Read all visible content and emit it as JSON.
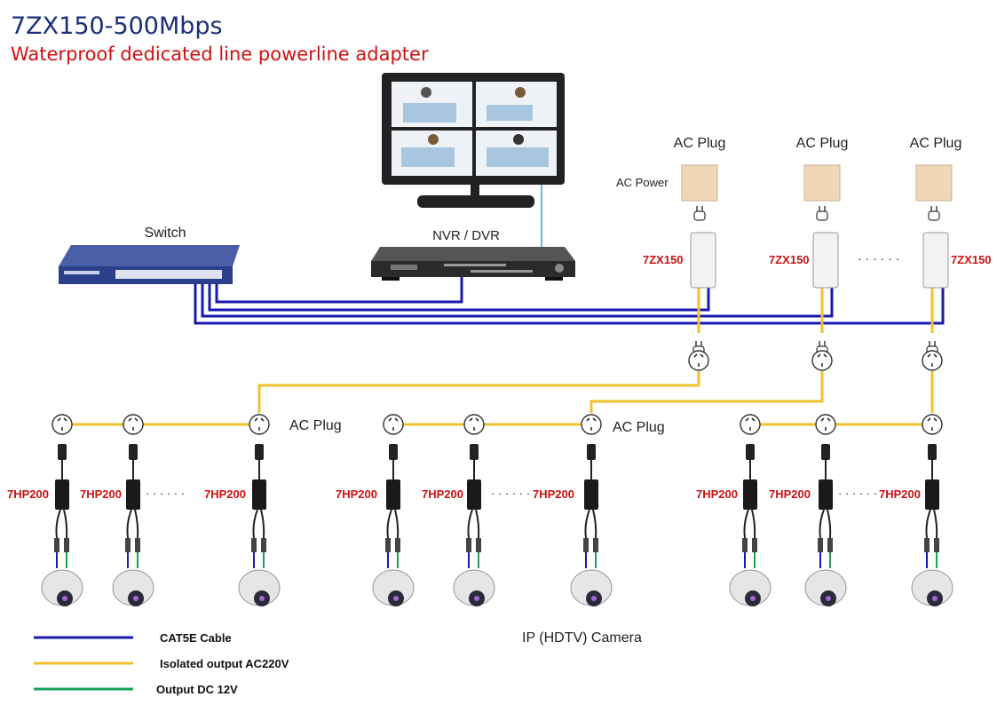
{
  "title": "7ZX150-500Mbps",
  "subtitle": "Waterproof dedicated line powerline adapter",
  "labels": {
    "switch": "Switch",
    "nvr": "NVR / DVR",
    "ac_plug": "AC Plug",
    "ac_power": "AC Power",
    "adapter": "7ZX150",
    "camera_adapter": "7HP200",
    "camera": "IP (HDTV) Camera",
    "dots": "· · · · · ·"
  },
  "legend": [
    {
      "label": "CAT5E Cable",
      "color": "#1a1ab0"
    },
    {
      "label": "Isolated output AC220V",
      "color": "#f2c12e"
    },
    {
      "label": "Output DC 12V",
      "color": "#1aa05a"
    }
  ],
  "colors": {
    "cat5e": "#1a1ab0",
    "ac": "#f2c12e",
    "dc": "#1aa05a",
    "title": "#1a2f7a",
    "subtitle": "#d01010",
    "adapter_label": "#cc1111"
  }
}
